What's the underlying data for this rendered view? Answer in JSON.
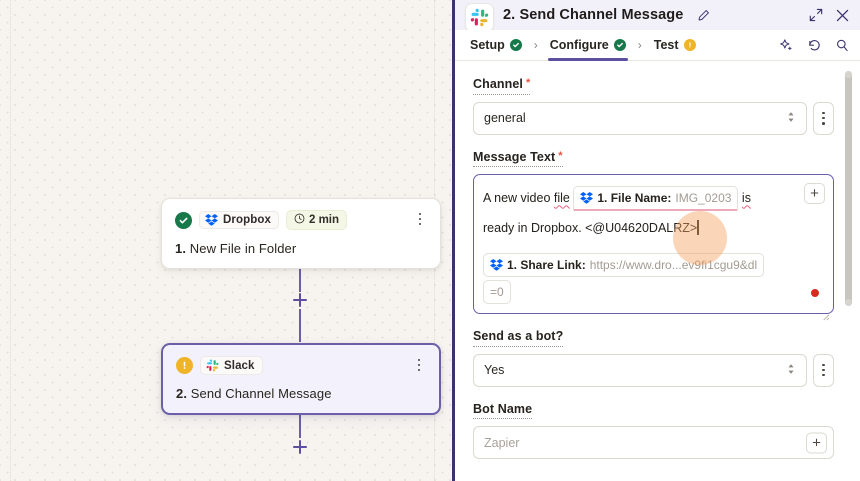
{
  "canvas": {
    "nodes": [
      {
        "status": "ok",
        "status_icon": "check-circle-icon",
        "app": "Dropbox",
        "app_icon": "dropbox-icon",
        "time_badge": "2 min",
        "time_icon": "clock-icon",
        "number": "1.",
        "title": "New File in Folder",
        "menu_icon": "kebab-menu-icon"
      },
      {
        "status": "warn",
        "status_icon": "warning-circle-icon",
        "app": "Slack",
        "app_icon": "slack-icon",
        "time_badge": "",
        "number": "2.",
        "title": "Send Channel Message",
        "menu_icon": "kebab-menu-icon"
      }
    ],
    "add_step_icon": "plus-icon"
  },
  "panel": {
    "app_icon": "slack-icon",
    "step_number": "2.",
    "title": "Send Channel Message",
    "edit_icon": "pencil-icon",
    "expand_icon": "collapse-arrows-icon",
    "close_icon": "close-x-icon",
    "tabs": [
      {
        "label": "Setup",
        "state": "ok",
        "active": false
      },
      {
        "label": "Configure",
        "state": "ok",
        "active": true
      },
      {
        "label": "Test",
        "state": "warn",
        "active": false
      }
    ],
    "tab_separator": "›",
    "tab_actions": [
      {
        "name": "ai-sparkle-icon"
      },
      {
        "name": "undo-refresh-icon"
      },
      {
        "name": "search-icon"
      }
    ],
    "fields": {
      "channel": {
        "label": "Channel",
        "required": "*",
        "value": "general",
        "options_icon": "kebab-menu-icon",
        "caret_icon": "chevron-updown-icon"
      },
      "message_text": {
        "label": "Message Text",
        "required": "*",
        "text_before": "A new video ",
        "text_before_misspelled": "file",
        "token1": {
          "icon": "dropbox-icon",
          "label": "1. File Name:",
          "value": "IMG_0203"
        },
        "text_after_token1": "is",
        "line2": "ready in Dropbox. <@U04620DALRZ>",
        "token2": {
          "icon": "dropbox-icon",
          "label": "1. Share Link:",
          "value": "https://www.dro...ev9fi1cgu9&dl"
        },
        "token2_wrap": "=0",
        "add_icon": "plus-icon",
        "error_dot": "red-error-dot",
        "resize_icon": "resize-grip-icon"
      },
      "send_as_bot": {
        "label": "Send as a bot?",
        "required": "",
        "value": "Yes",
        "options_icon": "kebab-menu-icon",
        "caret_icon": "chevron-updown-icon"
      },
      "bot_name": {
        "label": "Bot Name",
        "required": "",
        "placeholder": "Zapier",
        "add_icon": "plus-icon"
      }
    }
  },
  "colors": {
    "accent_purple": "#5d4fa0",
    "panel_border": "#3a3370",
    "success_green": "#17794a",
    "warning_yellow": "#f0b429",
    "error_red": "#d62b20",
    "required_orange": "#e8553d",
    "canvas_bg": "#f7f4f0",
    "token_highlight": "#efa8b8"
  }
}
